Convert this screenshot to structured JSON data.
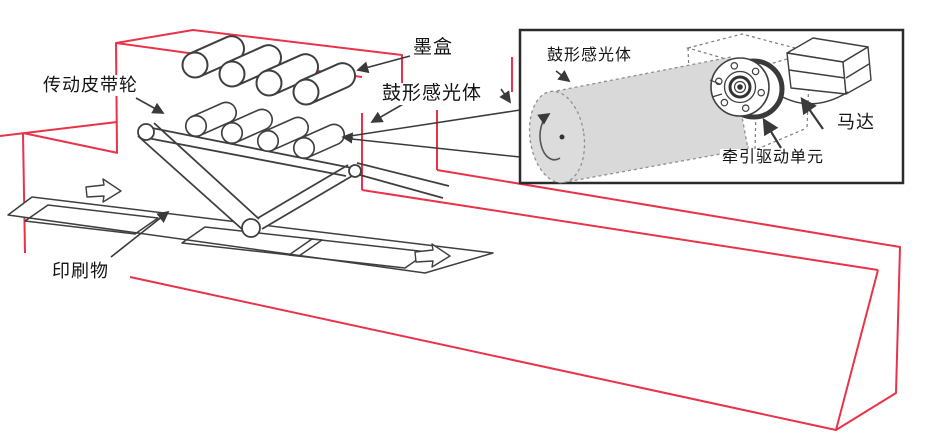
{
  "colors": {
    "housing_outline": "#e83349",
    "line_art": "#3f3f3f",
    "drum_fill": "#d9d9d9",
    "inset_border": "#2b2b2b",
    "background": "#ffffff"
  },
  "labels": {
    "main": {
      "ink_cartridge": "墨盒",
      "drive_belt_pulley": "传动皮带轮",
      "drum_photoreceptor": "鼓形感光体",
      "printed_matter": "印刷物"
    },
    "inset": {
      "drum_photoreceptor": "鼓形感光体",
      "motor": "马达",
      "traction_drive_unit": "牵引驱动单元"
    }
  }
}
